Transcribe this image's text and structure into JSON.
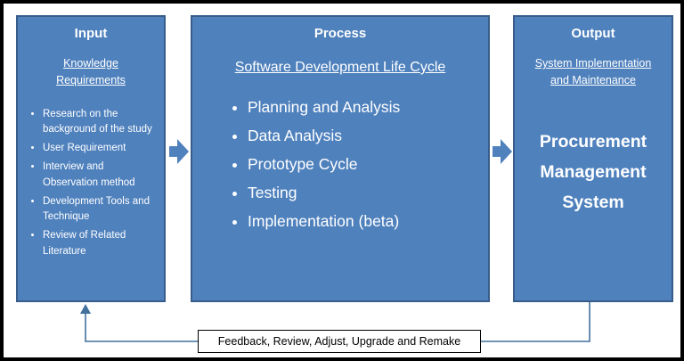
{
  "colors": {
    "box_fill": "#4F81BD",
    "box_border": "#385D8A",
    "arrow": "#4F81BD",
    "feedback_line": "#41719C",
    "text": "#FFFFFF"
  },
  "input": {
    "title": "Input",
    "subtitle": "Knowledge Requirements",
    "items": [
      "Research on the background of the study",
      "User Requirement",
      "Interview and Observation method",
      "Development Tools and Technique",
      "Review of Related Literature"
    ]
  },
  "process": {
    "title": "Process",
    "subtitle": "Software Development Life Cycle",
    "items": [
      "Planning and Analysis",
      "Data Analysis",
      "Prototype Cycle",
      "Testing",
      "Implementation (beta)"
    ]
  },
  "output": {
    "title": "Output",
    "subtitle": "System Implementation and Maintenance",
    "label": "Procurement Management System"
  },
  "feedback_label": "Feedback, Review, Adjust, Upgrade and Remake"
}
